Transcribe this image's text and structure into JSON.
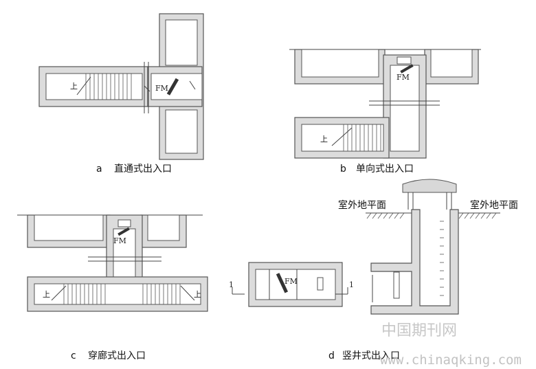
{
  "captions": {
    "a": {
      "letter": "a",
      "text": "直通式出入口"
    },
    "b": {
      "letter": "b",
      "text": "单向式出入口"
    },
    "c": {
      "letter": "c",
      "text": "穿廊式出入口"
    },
    "d": {
      "letter": "d",
      "text": "竖井式出入口"
    }
  },
  "labels": {
    "fm": "FM",
    "up": "上",
    "section_mark": "1",
    "ground_left": "室外地平面",
    "ground_right": "室外地平面"
  },
  "watermark": {
    "cn": "中国期刊网",
    "url": "www.chinaqking.com"
  }
}
